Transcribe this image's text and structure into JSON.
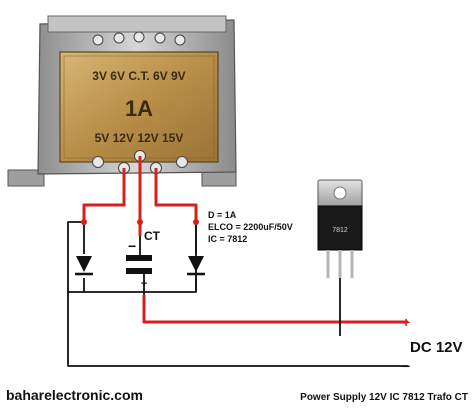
{
  "transformer": {
    "top_tap_labels": "3V 6V C.T. 6V 9V",
    "rating": "1A",
    "bottom_tap_labels": "5V 12V   12V 15V"
  },
  "ct_label": "CT",
  "specs": {
    "current": "D = 1A",
    "capacitor": "ELCO = 2200uF/50V",
    "ic": "IC = 7812"
  },
  "capacitor_polarity": {
    "negative": "−",
    "positive": "+"
  },
  "regulator": {
    "marking": "7812"
  },
  "output": {
    "plus": "+",
    "minus": "−",
    "label": "DC 12V"
  },
  "footer": {
    "site": "baharelectronic.com",
    "caption": "Power Supply 12V IC 7812 Trafo CT"
  },
  "colors": {
    "wire_red": "#d62020",
    "wire_black": "#111111",
    "transformer_core": "#c09a55",
    "transformer_frame": "#b8b8b8",
    "regulator_body": "#1a1a1a",
    "regulator_tab": "#c8c8c8"
  }
}
